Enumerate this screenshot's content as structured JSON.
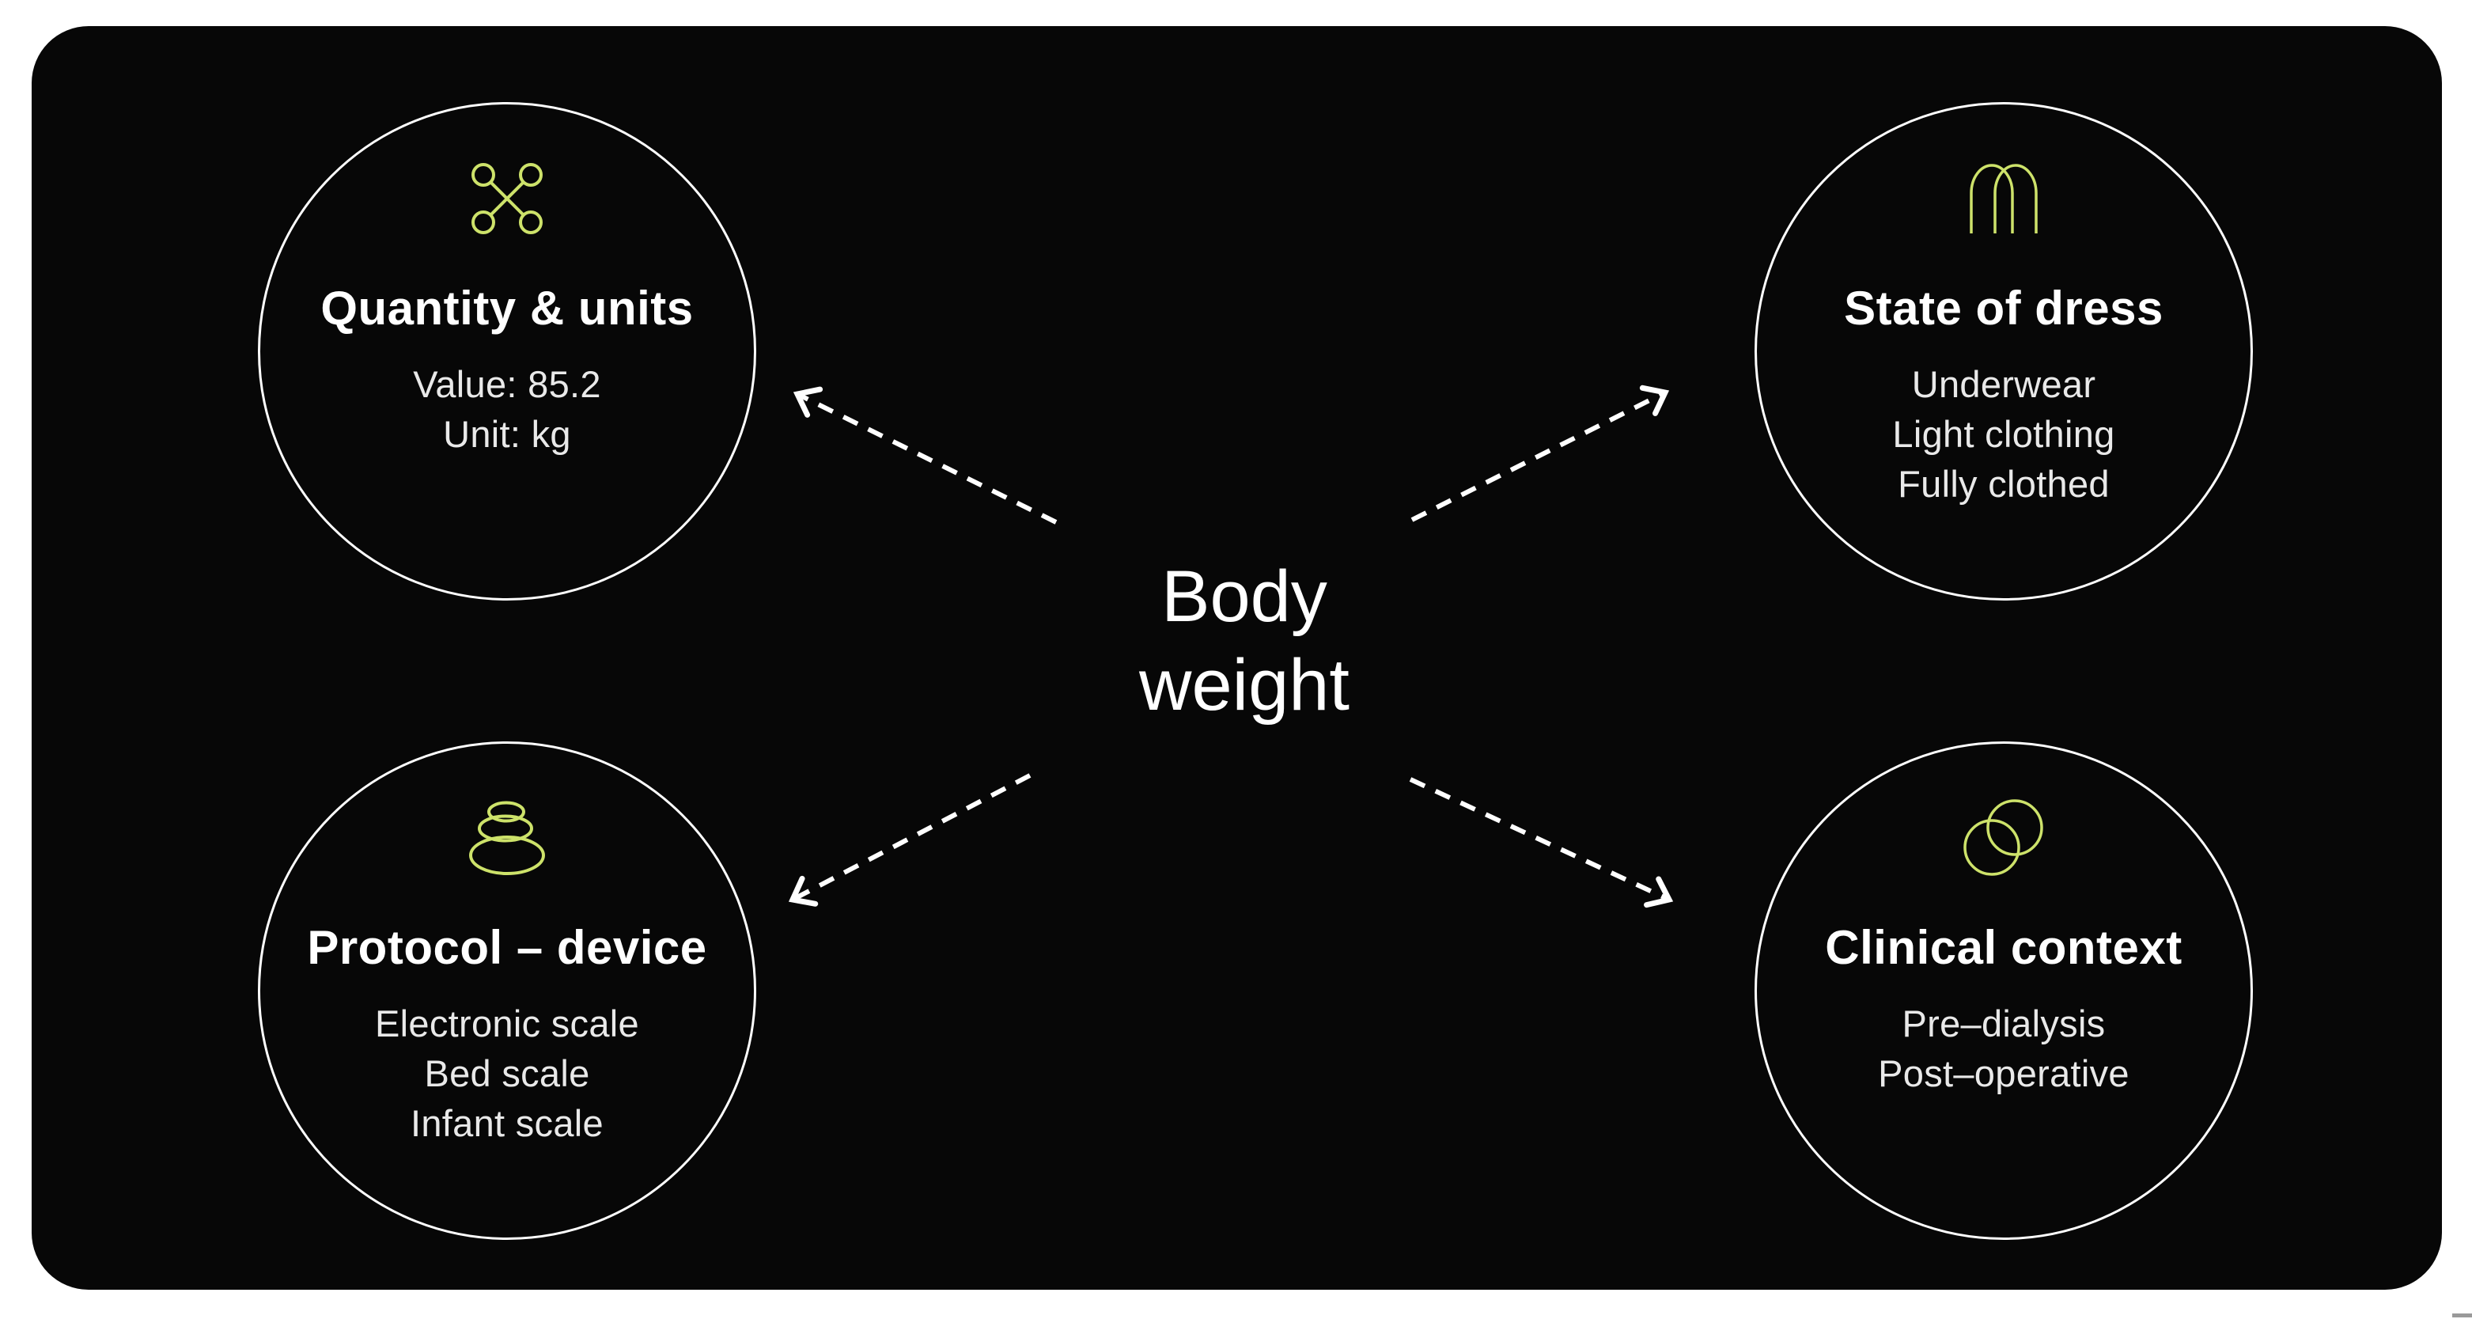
{
  "diagram": {
    "center_label": {
      "lines": [
        "Body",
        "weight"
      ]
    },
    "colors": {
      "page_background": "#ffffff",
      "panel_background": "#070707",
      "outline": "#ffffff",
      "accent_icon": "#cde26a",
      "title_text": "#ffffff",
      "item_text": "#e9e9e9"
    },
    "nodes": [
      {
        "id": "quantity-units",
        "icon": "connected-nodes-icon",
        "title": "Quantity & units",
        "items": [
          "Value: 85.2",
          "Unit: kg"
        ]
      },
      {
        "id": "state-of-dress",
        "icon": "double-arch-icon",
        "title": "State of dress",
        "items": [
          "Underwear",
          "Light clothing",
          "Fully clothed"
        ]
      },
      {
        "id": "protocol-device",
        "icon": "stacked-stones-icon",
        "title": "Protocol – device",
        "items": [
          "Electronic scale",
          "Bed scale",
          "Infant scale"
        ]
      },
      {
        "id": "clinical-context",
        "icon": "overlapping-circles-icon",
        "title": "Clinical context",
        "items": [
          "Pre–dialysis",
          "Post–operative"
        ]
      }
    ]
  }
}
